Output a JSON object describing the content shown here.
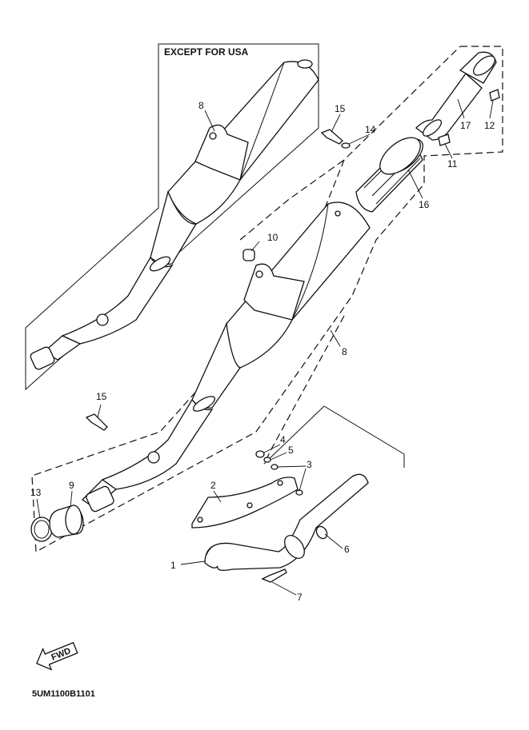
{
  "inset": {
    "caption": "EXCEPT FOR USA"
  },
  "callouts": {
    "c1": "1",
    "c2": "2",
    "c3": "3",
    "c4": "4",
    "c5": "5",
    "c6": "6",
    "c7": "7",
    "c8_inset": "8",
    "c8_main": "8",
    "c9": "9",
    "c10": "10",
    "c11": "11",
    "c12": "12",
    "c13": "13",
    "c14": "14",
    "c15_top": "15",
    "c15_left": "15",
    "c16": "16",
    "c17": "17"
  },
  "fwd_label": "FWD",
  "diagram_code": "5UM1100B1101"
}
